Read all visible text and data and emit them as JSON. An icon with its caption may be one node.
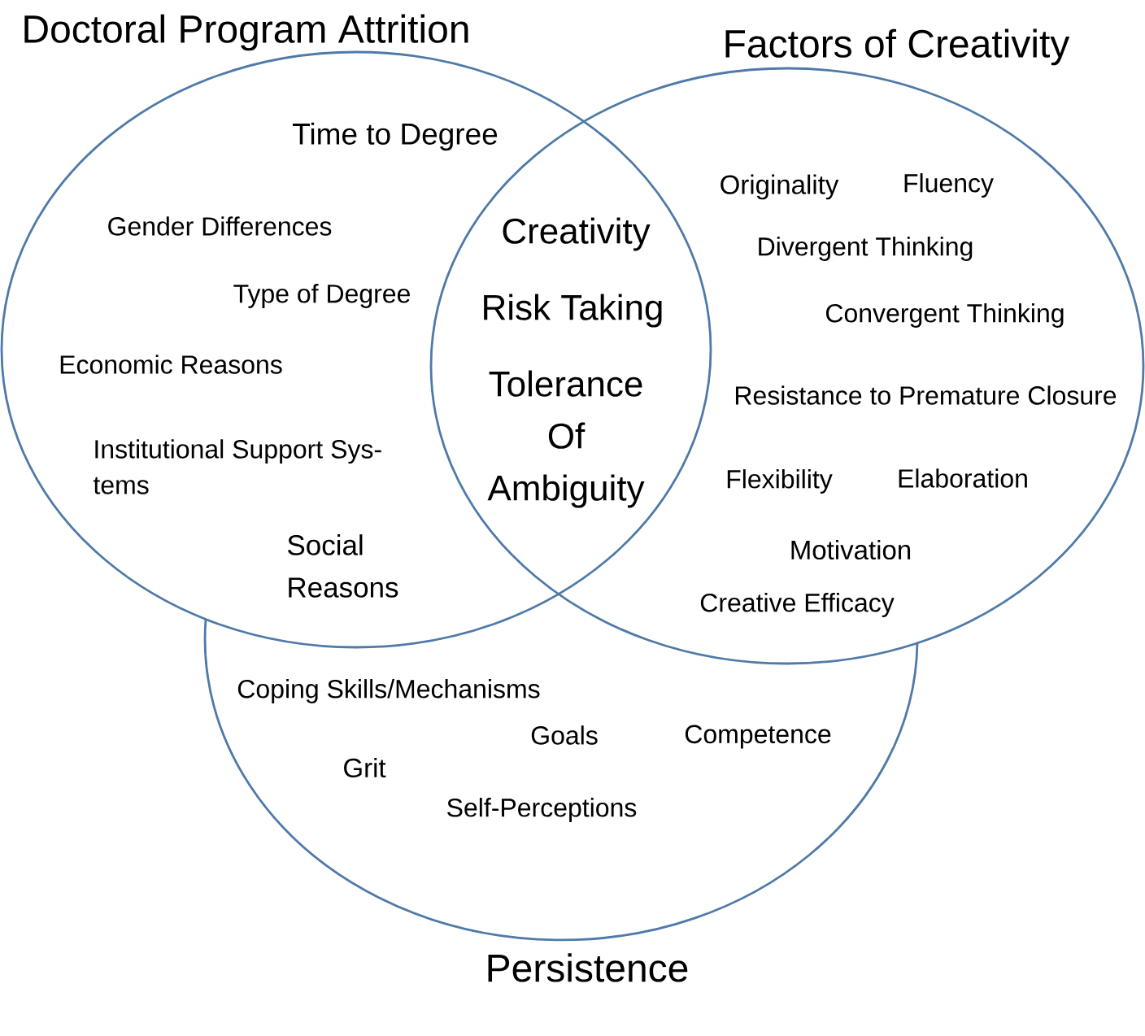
{
  "diagram": {
    "nodes": [
      {
        "text": [
          "Doctoral Program Attrition",
          "Time to Degree",
          "Gender Differences",
          "Type of Degree",
          "Economic Reasons",
          "Institutional Support Sys- tems",
          "Social Reasons"
        ]
      },
      {
        "text": [
          "Factors of Creativity",
          "Originality",
          "Fluency",
          "Divergent Thinking",
          "Convergent Thinking",
          "Resistance to Premature Closure",
          "Flexibility",
          "Elaboration",
          "Motivation",
          "Creative Efficacy"
        ]
      },
      {
        "text": [
          "Persistence",
          "Coping Skills/Mechanisms",
          "Goals",
          "Competence",
          "Grit",
          "Self-Perceptions"
        ]
      }
    ],
    "labels": [
      "Creativity",
      "Risk Taking",
      "Tolerance Of Ambiguity"
    ]
  }
}
